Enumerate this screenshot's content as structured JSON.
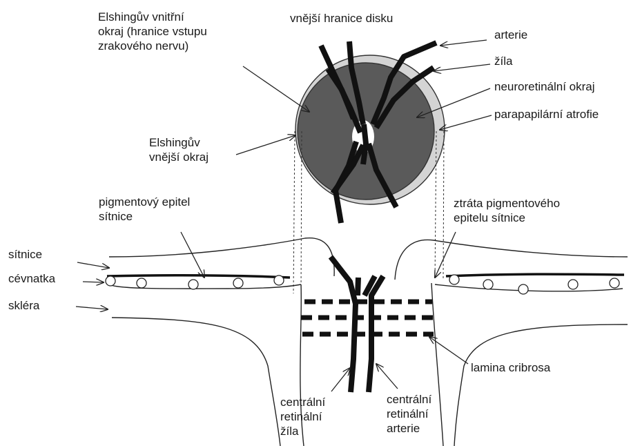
{
  "labels": {
    "elshing_inner": [
      "Elshingův vnitřní",
      "okraj (hranice vstupu",
      "zrakového nervu)"
    ],
    "disc_outer_boundary": [
      "vnější hranice disku"
    ],
    "artery": [
      "arterie"
    ],
    "vein": [
      "žíla"
    ],
    "neuroretinal_rim": [
      "neuroretinální okraj"
    ],
    "parapapillary_atrophy": [
      "parapapilární atrofie"
    ],
    "elshing_outer": [
      "Elshingův",
      "vnější okraj"
    ],
    "rpe": [
      "pigmentový epitel",
      "sítnice"
    ],
    "rpe_loss": [
      "ztráta pigmentového",
      "epitelu sítnice"
    ],
    "retina": [
      "sítnice"
    ],
    "choroid": [
      "cévnatka"
    ],
    "sclera": [
      "skléra"
    ],
    "lamina_cribrosa": [
      "lamina cribrosa"
    ],
    "central_retinal_vein": [
      "centrální",
      "retinální",
      "žíla"
    ],
    "central_retinal_artery": [
      "centrální",
      "retinální",
      "arterie"
    ]
  },
  "colors": {
    "rim": "#5a5a5a",
    "atrophy": "#d4d4d4",
    "vessels": "#111111",
    "lines": "#222222"
  }
}
